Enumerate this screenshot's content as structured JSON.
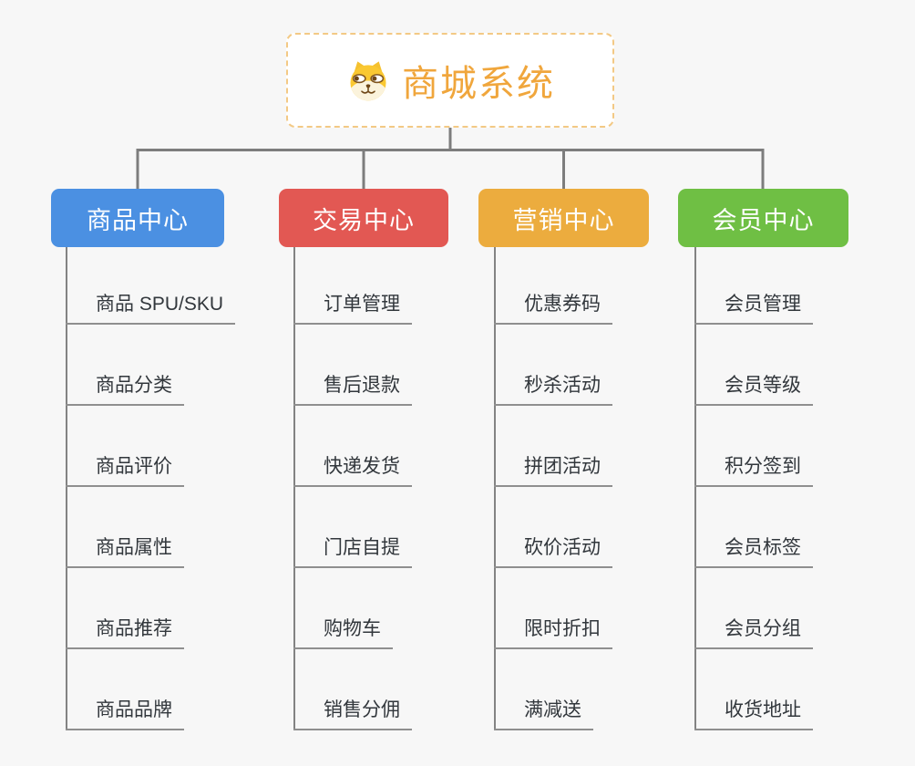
{
  "root": {
    "title": "商城系统",
    "icon": "shiba-dog-icon",
    "title_color": "#f0a63c",
    "border_color": "#f3c985"
  },
  "branches": [
    {
      "label": "商品中心",
      "color": "#4b90e2",
      "items": [
        "商品 SPU/SKU",
        "商品分类",
        "商品评价",
        "商品属性",
        "商品推荐",
        "商品品牌"
      ]
    },
    {
      "label": "交易中心",
      "color": "#e25853",
      "items": [
        "订单管理",
        "售后退款",
        "快递发货",
        "门店自提",
        "购物车",
        "销售分佣"
      ]
    },
    {
      "label": "营销中心",
      "color": "#ecac3e",
      "items": [
        "优惠券码",
        "秒杀活动",
        "拼团活动",
        "砍价活动",
        "限时折扣",
        "满减送"
      ]
    },
    {
      "label": "会员中心",
      "color": "#6fbf44",
      "items": [
        "会员管理",
        "会员等级",
        "积分签到",
        "会员标签",
        "会员分组",
        "收货地址"
      ]
    }
  ],
  "colors": {
    "background": "#f7f7f7",
    "connector_line": "#7d7d7d",
    "leaf_line": "#8f8f8f",
    "leaf_text": "#32373c"
  }
}
